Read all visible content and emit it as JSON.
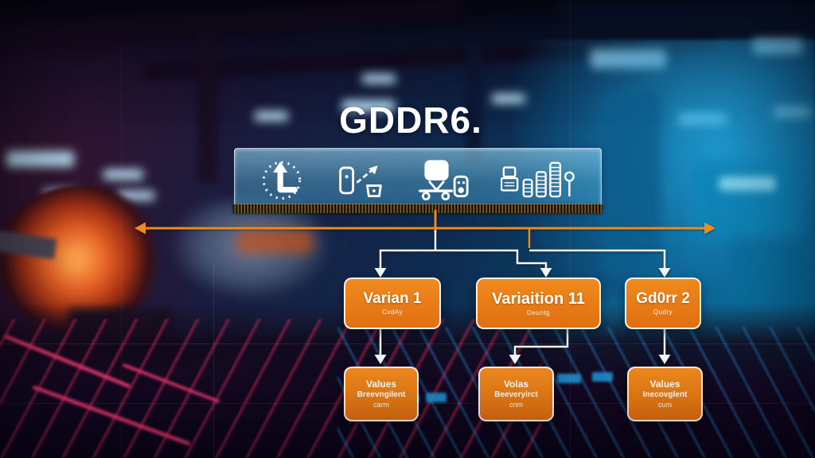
{
  "title": "GDDR6.",
  "panel": {
    "icons": [
      {
        "name": "turn-arrow-gauge-icon"
      },
      {
        "name": "container-upgrade-icon"
      },
      {
        "name": "monitor-cart-icon"
      },
      {
        "name": "coin-stacks-growth-icon"
      }
    ]
  },
  "timeline": {
    "style": "double-headed horizontal arrow",
    "color": "#ED8C1E"
  },
  "nodes": {
    "top": [
      {
        "label": "Varian 1",
        "sublabel": "CxdAy"
      },
      {
        "label": "Variaition 11",
        "sublabel": "Oeuntg"
      },
      {
        "label": "Gd0rr 2",
        "sublabel": "Qudry"
      }
    ],
    "bottom": [
      {
        "line1": "Values",
        "line2": "Breevngilent",
        "line3": "carm"
      },
      {
        "line1": "Volas",
        "line2": "Beeveryirct",
        "line3": "cnm"
      },
      {
        "line1": "Values",
        "line2": "Inecovglent",
        "line3": "cum"
      }
    ]
  },
  "colors": {
    "accent_orange": "#ED8C1E",
    "node_orange_top": "#F08A1E",
    "node_orange_bottom": "#E06F10",
    "connector_white": "#F2F8FC",
    "panel_glass_blue": "#7FC4E4",
    "title_white": "#FFFFFF"
  }
}
